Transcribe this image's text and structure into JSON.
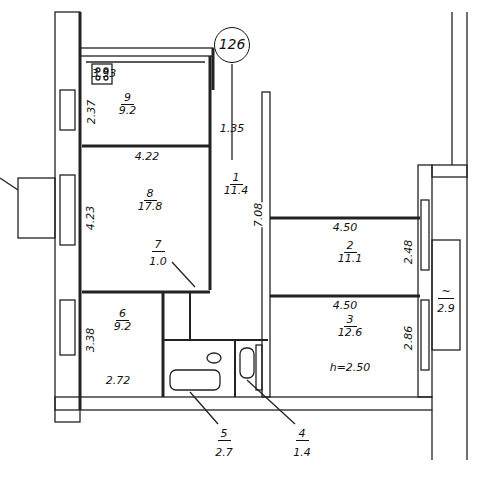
{
  "diagram": {
    "nodes": [
      {
        "text": [
          "126"
        ]
      },
      {
        "text": [
          "9",
          "9.2"
        ]
      },
      {
        "text": [
          "8",
          "17.8"
        ]
      },
      {
        "text": [
          "1",
          "11.4"
        ]
      },
      {
        "text": [
          "2",
          "11.1"
        ]
      },
      {
        "text": [
          "3",
          "12.6"
        ]
      },
      {
        "text": [
          "6",
          "9.2"
        ]
      }
    ],
    "labels": [
      "3.93",
      "2.37",
      "1.35",
      "4.22",
      "4.23",
      "7.08",
      "4.50",
      "2.48",
      "4.50",
      "2.86",
      "h=2.50",
      "3.38",
      "2.72",
      "7",
      "1.0",
      "5",
      "2.7",
      "4",
      "1.4",
      "~",
      "2.9"
    ]
  }
}
